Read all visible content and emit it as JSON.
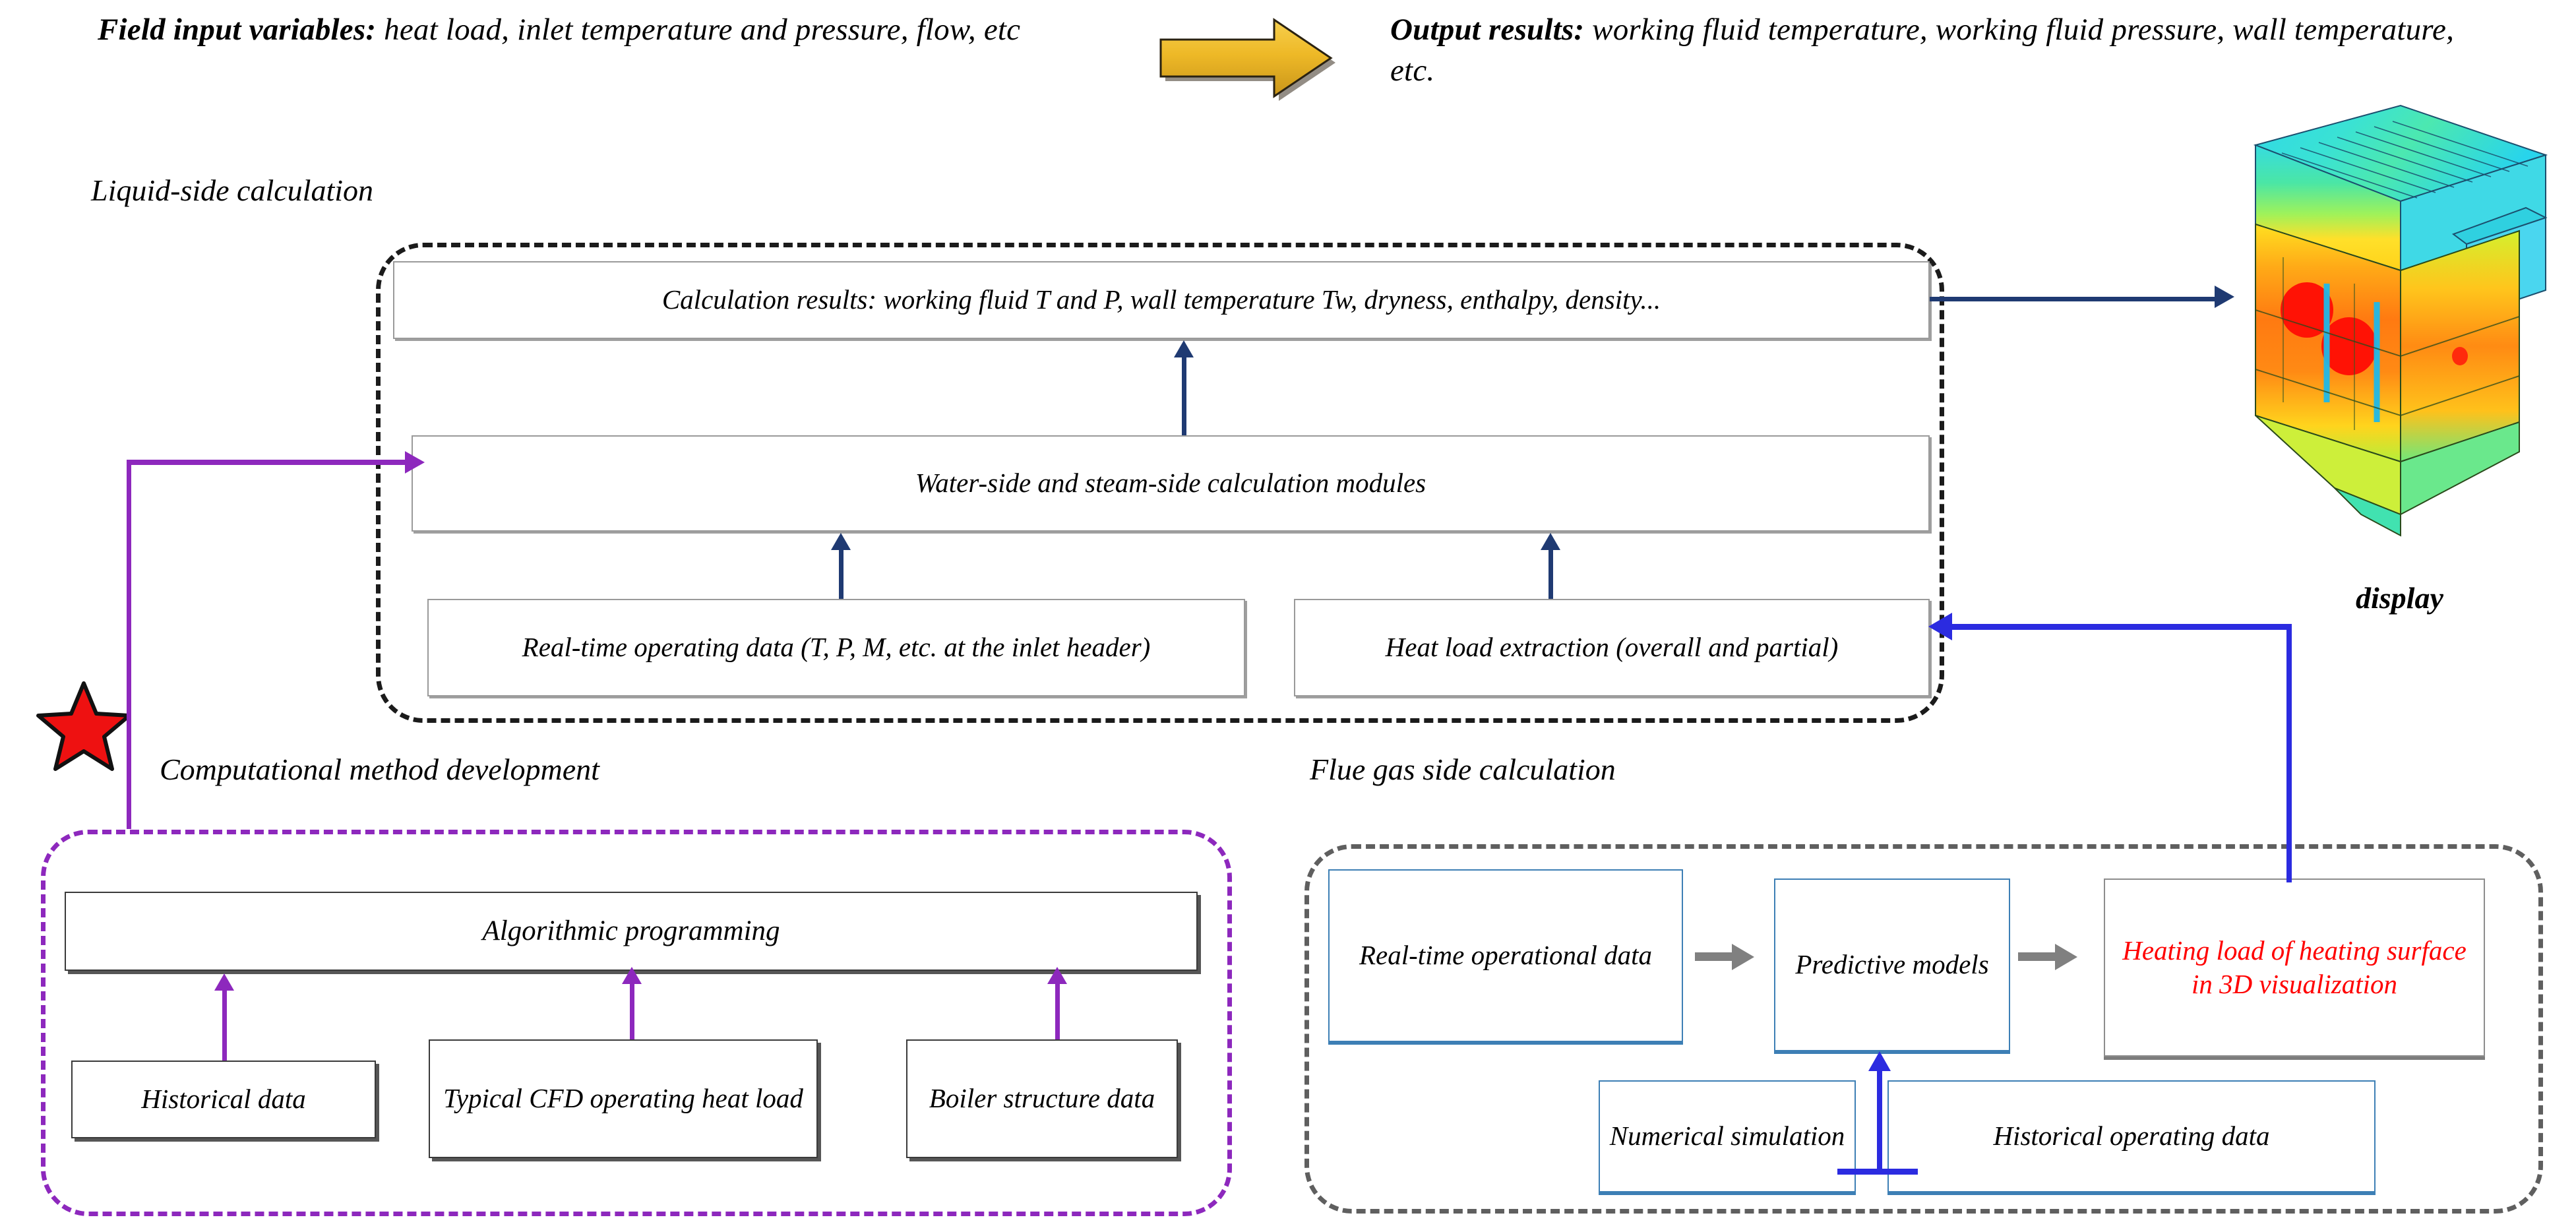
{
  "header": {
    "input_strong": "Field input variables:",
    "input_rest": " heat load, inlet temperature and pressure, flow, etc",
    "output_strong": "Output results:",
    "output_rest": " working fluid temperature, working fluid pressure, wall temperature, etc.",
    "arrow_icon": "orange-right-arrow",
    "arrow_color": "#e8b227"
  },
  "sections": {
    "liquid_side": "Liquid-side calculation",
    "computational_method": "Computational method development",
    "flue_gas_side": "Flue gas side calculation"
  },
  "liquid_side": {
    "results_box": "Calculation results: working fluid T and P, wall temperature Tw, dryness, enthalpy, density...",
    "modules_box": "Water-side and steam-side calculation modules",
    "realtime_box": "Real-time operating data (T, P, M, etc. at the inlet header)",
    "heatload_box": "Heat load extraction (overall and partial)"
  },
  "computational_method": {
    "algorithmic_box": "Algorithmic programming",
    "historical_box": "Historical data",
    "cfd_box": "Typical CFD operating heat load",
    "boiler_box": "Boiler structure data"
  },
  "flue_gas": {
    "realtime_box": "Real-time operational data",
    "predictive_box": "Predictive models",
    "heating_box": "Heating load of heating surface in 3D visualization",
    "heating_box_color": "#ff0000",
    "numerical_box": "Numerical simulation",
    "historical_box": "Historical operating data"
  },
  "display": {
    "label": "display",
    "icon": "3d-boiler-temperature-contour"
  },
  "marker": {
    "star_icon": "red-star",
    "star_color": "#ee1111"
  },
  "colors": {
    "navy_arrow": "#1f3a72",
    "purple_arrow": "#8d28bd",
    "blue_arrow": "#2b2be0",
    "gray_arrow": "#808080",
    "dashed_black": "#1b1b1b",
    "dashed_purple": "#8d28bd",
    "dashed_gray": "#5f5f5f"
  }
}
